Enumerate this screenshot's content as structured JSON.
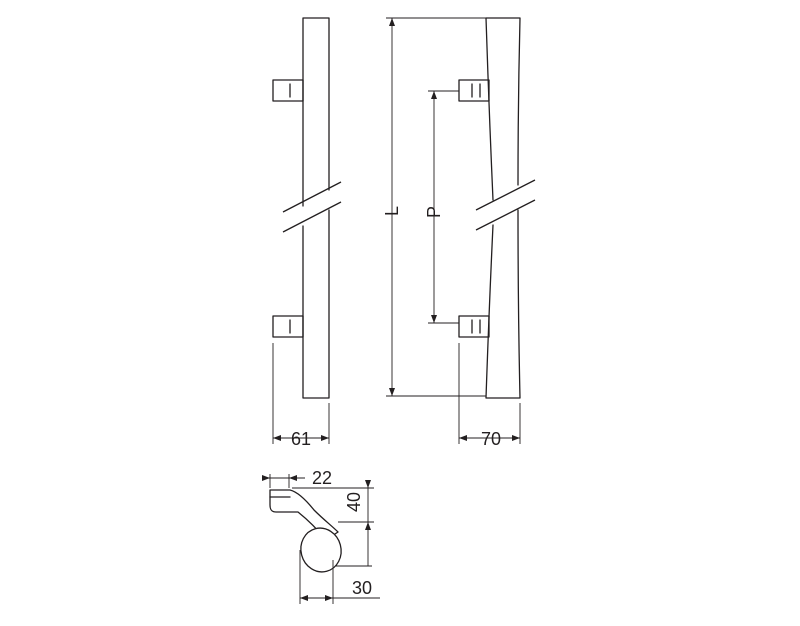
{
  "labels": {
    "length": "L",
    "pitch": "P",
    "projection_side": "61",
    "projection_front": "70",
    "grip_width": "22",
    "height": "40",
    "section_width": "30"
  },
  "colors": {
    "line": "#231f20",
    "background": "#ffffff"
  }
}
